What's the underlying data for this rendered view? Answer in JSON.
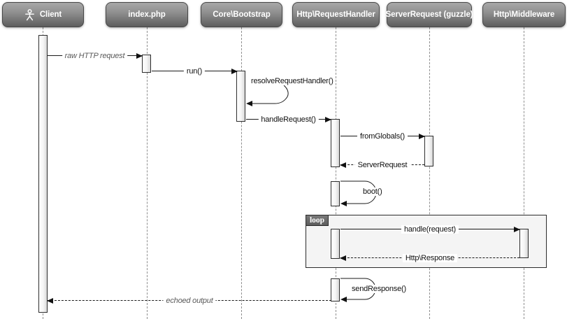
{
  "diagram": {
    "kind": "uml-sequence-diagram",
    "participants": [
      {
        "name": "Client",
        "actor": true
      },
      {
        "name": "index.php",
        "actor": false
      },
      {
        "name": "Core\\Bootstrap",
        "actor": false
      },
      {
        "name": "Http\\RequestHandler",
        "actor": false
      },
      {
        "name": "ServerRequest (guzzle)",
        "actor": false
      },
      {
        "name": "Http\\Middleware",
        "actor": false
      }
    ],
    "messages": [
      {
        "from": "Client",
        "to": "index.php",
        "label": "raw HTTP request",
        "line": "solid",
        "style": "italic"
      },
      {
        "from": "index.php",
        "to": "Core\\Bootstrap",
        "label": "run()",
        "line": "solid",
        "style": "normal"
      },
      {
        "from": "Core\\Bootstrap",
        "to": "Core\\Bootstrap",
        "label": "resolveRequestHandler()",
        "line": "self",
        "style": "normal"
      },
      {
        "from": "Core\\Bootstrap",
        "to": "Http\\RequestHandler",
        "label": "handleRequest()",
        "line": "solid",
        "style": "normal"
      },
      {
        "from": "Http\\RequestHandler",
        "to": "ServerRequest (guzzle)",
        "label": "fromGlobals()",
        "line": "solid",
        "style": "normal"
      },
      {
        "from": "ServerRequest (guzzle)",
        "to": "Http\\RequestHandler",
        "label": "ServerRequest",
        "line": "dashed",
        "style": "normal"
      },
      {
        "from": "Http\\RequestHandler",
        "to": "Http\\RequestHandler",
        "label": "boot()",
        "line": "self",
        "style": "normal"
      },
      {
        "from": "Http\\RequestHandler",
        "to": "Http\\Middleware",
        "label": "handle(request)",
        "line": "solid",
        "style": "normal",
        "fragment": "loop"
      },
      {
        "from": "Http\\Middleware",
        "to": "Http\\RequestHandler",
        "label": "Http\\Response",
        "line": "dashed",
        "style": "normal",
        "fragment": "loop"
      },
      {
        "from": "Http\\RequestHandler",
        "to": "Http\\RequestHandler",
        "label": "sendResponse()",
        "line": "self",
        "style": "normal"
      },
      {
        "from": "Http\\RequestHandler",
        "to": "Client",
        "label": "echoed output",
        "line": "dashed",
        "style": "italic"
      }
    ],
    "fragment": {
      "operator": "loop",
      "contains": [
        "handle(request)",
        "Http\\Response"
      ]
    },
    "colors": {
      "background": "#ffffff",
      "participant_fill_top": "#a8a8a8",
      "participant_fill_bottom": "#5d5d5d",
      "participant_text": "#ffffff",
      "message_line": "#1a1a1a",
      "lifeline": "#8f8f8f",
      "fragment_fill": "#f4f4f4",
      "fragment_tab_fill": "#666666",
      "italic_label_text": "#5a5a5a"
    }
  }
}
